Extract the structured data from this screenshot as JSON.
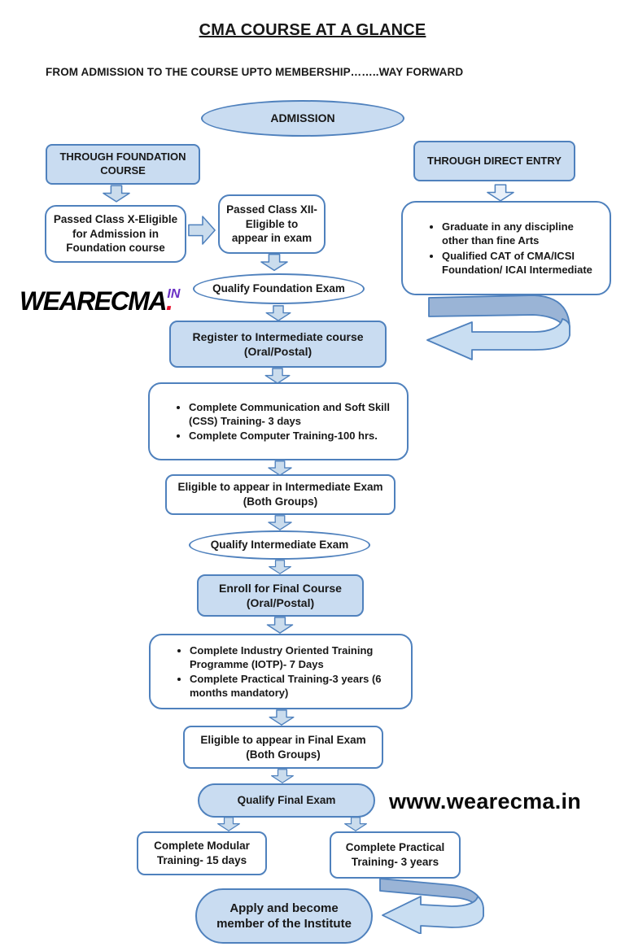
{
  "page": {
    "title": "CMA COURSE AT A GLANCE",
    "subtitle": "FROM ADMISSION TO THE COURSE UPTO MEMBERSHIP……..WAY FORWARD"
  },
  "logo": {
    "brand": "WEARECMA",
    "dot": ".",
    "tld": "IN"
  },
  "website": "www.wearecma.in",
  "colors": {
    "shape_fill": "#c9dcf1",
    "shape_border": "#4f81bd",
    "arrow_fill": "#cadced",
    "arrow_pale": "#e9f0f9",
    "ribbon_dark": "#9ab4d6",
    "ribbon_light": "#c9def2",
    "logo_dot": "#e8112d",
    "logo_tld": "#6a30c4"
  },
  "nodes": {
    "admission": {
      "label": "ADMISSION"
    },
    "foundation_branch": {
      "label": "THROUGH FOUNDATION COURSE"
    },
    "direct_branch": {
      "label": "THROUGH DIRECT ENTRY"
    },
    "class_x": {
      "lines": [
        "Passed Class X-Eligible",
        "for Admission in",
        "Foundation course"
      ]
    },
    "class_xii": {
      "lines": [
        "Passed Class XII-",
        "Eligible to",
        "appear in exam"
      ]
    },
    "direct_requirements": {
      "bullets": [
        "Graduate in any discipline other than fine Arts",
        "Qualified CAT of CMA/ICSI Foundation/ ICAI Intermediate"
      ]
    },
    "qualify_foundation": {
      "label": "Qualify Foundation Exam"
    },
    "register_intermediate": {
      "lines": [
        "Register to Intermediate course",
        "(Oral/Postal)"
      ]
    },
    "training_intermediate": {
      "bullets": [
        "Complete Communication and Soft Skill (CSS) Training- 3 days",
        "Complete Computer Training-100 hrs."
      ]
    },
    "eligible_intermediate": {
      "lines": [
        "Eligible to appear in Intermediate Exam",
        "(Both Groups)"
      ]
    },
    "qualify_intermediate": {
      "label": "Qualify Intermediate Exam"
    },
    "enroll_final": {
      "lines": [
        "Enroll for Final Course",
        "(Oral/Postal)"
      ]
    },
    "training_final": {
      "bullets": [
        "Complete Industry Oriented Training Programme (IOTP)- 7 Days",
        "Complete Practical Training-3 years (6 months mandatory)"
      ]
    },
    "eligible_final": {
      "lines": [
        "Eligible to appear in Final Exam",
        "(Both Groups)"
      ]
    },
    "qualify_final": {
      "label": "Qualify Final Exam"
    },
    "modular_training": {
      "lines": [
        "Complete Modular",
        "Training- 15 days"
      ]
    },
    "practical_training": {
      "lines": [
        "Complete Practical",
        "Training- 3 years"
      ]
    },
    "membership": {
      "lines": [
        "Apply and become",
        "member of the Institute"
      ]
    }
  }
}
